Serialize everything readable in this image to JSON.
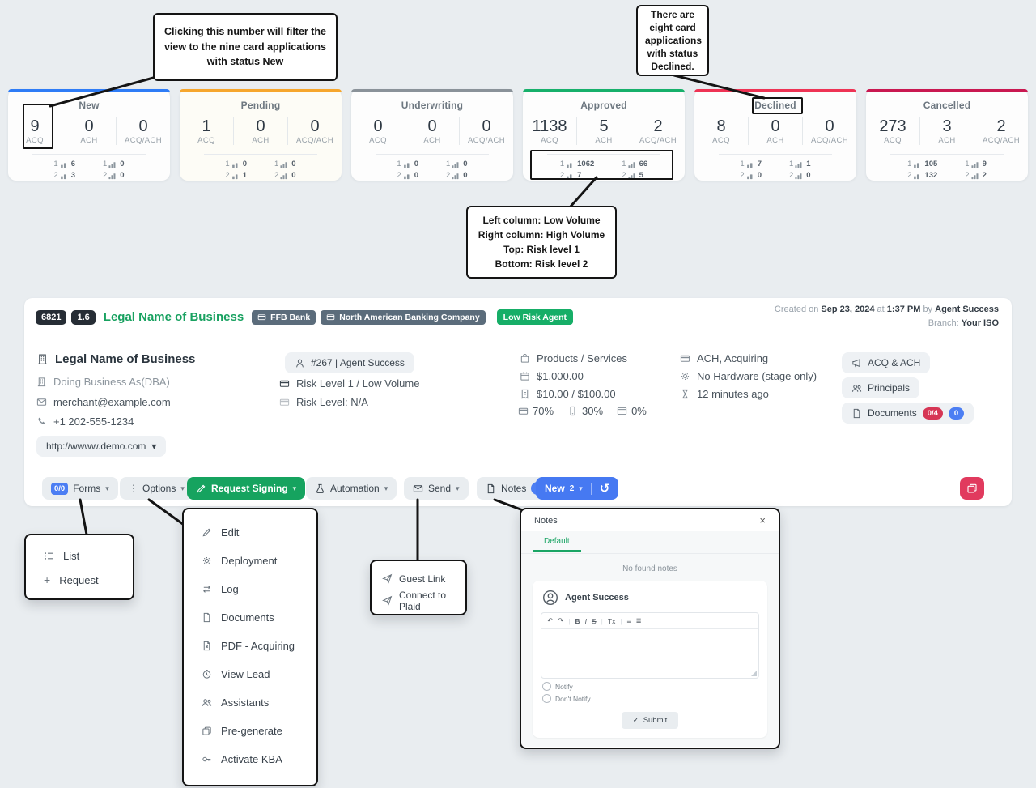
{
  "annotations": {
    "note_new": "Clicking this number will filter the view to the nine card applications with status New",
    "note_declined": "There are eight card applications with status Declined.",
    "vol1": "Left column: Low Volume",
    "vol2": "Right column: High Volume",
    "vol3": "Top: Risk level 1",
    "vol4": "Bottom: Risk level 2"
  },
  "labels": {
    "acq": "ACQ",
    "ach": "ACH",
    "acqach": "ACQ/ACH",
    "r1": "1",
    "r2": "2"
  },
  "status_cards": [
    {
      "title": "New",
      "accent": "#2e7cf6",
      "acq": "9",
      "ach": "0",
      "acqach": "0",
      "l1": "6",
      "l2": "3",
      "h1": "0",
      "h2": "0"
    },
    {
      "title": "Pending",
      "accent": "#f6a62d",
      "acq": "1",
      "ach": "0",
      "acqach": "0",
      "l1": "0",
      "l2": "1",
      "h1": "0",
      "h2": "0"
    },
    {
      "title": "Underwriting",
      "accent": "#8a9299",
      "acq": "0",
      "ach": "0",
      "acqach": "0",
      "l1": "0",
      "l2": "0",
      "h1": "0",
      "h2": "0"
    },
    {
      "title": "Approved",
      "accent": "#17b06b",
      "acq": "1138",
      "ach": "5",
      "acqach": "2",
      "l1": "1062",
      "l2": "7",
      "h1": "66",
      "h2": "5"
    },
    {
      "title": "Declined",
      "accent": "#ee3354",
      "acq": "8",
      "ach": "0",
      "acqach": "0",
      "l1": "7",
      "l2": "0",
      "h1": "1",
      "h2": "0"
    },
    {
      "title": "Cancelled",
      "accent": "#c91850",
      "acq": "273",
      "ach": "3",
      "acqach": "2",
      "l1": "105",
      "l2": "132",
      "h1": "9",
      "h2": "2"
    }
  ],
  "header": {
    "id_badge": "6821",
    "ver_badge": "1.6",
    "title": "Legal Name of Business",
    "bank1": "FFB Bank",
    "bank2": "North American Banking Company",
    "risk": "Low Risk Agent",
    "created_1": "Created on",
    "created_date": "Sep 23, 2024",
    "created_2": "at",
    "created_time": "1:37 PM",
    "created_3": "by",
    "created_agent": "Agent Success",
    "branch_label": "Branch:",
    "branch": "Your ISO"
  },
  "overview": {
    "legal_name": "Legal Name of Business",
    "dba": "Doing Business As(DBA)",
    "email": "merchant@example.com",
    "phone": "+1 202-555-1234",
    "website": "http://wwww.demo.com",
    "agent": "#267 | Agent Success",
    "risk1": "Risk Level 1 / Low Volume",
    "risk2": "Risk Level: N/A",
    "products": "Products / Services",
    "amount1": "$1,000.00",
    "amount2": "$10.00 / $100.00",
    "pct_card": "70%",
    "pct_mobile": "30%",
    "pct_web": "0%",
    "services": "ACH, Acquiring",
    "hardware": "No Hardware (stage only)",
    "updated": "12 minutes ago",
    "btn_acqach": "ACQ & ACH",
    "btn_principals": "Principals",
    "btn_documents": "Documents",
    "doc_red": "0/4",
    "doc_blue": "0"
  },
  "toolbar": {
    "forms_badge": "0/0",
    "forms": "Forms",
    "options": "Options",
    "request": "Request Signing",
    "automation": "Automation",
    "send": "Send",
    "notes": "Notes",
    "notes_badge": "2",
    "new": "New",
    "new_count": "2"
  },
  "menus": {
    "list": "List",
    "request": "Request",
    "opt1": "Edit",
    "opt2": "Deployment",
    "opt3": "Log",
    "opt4": "Documents",
    "opt5": "PDF - Acquiring",
    "opt6": "View Lead",
    "opt7": "Assistants",
    "opt8": "Pre-generate",
    "opt9": "Activate KBA",
    "guest": "Guest Link",
    "plaid": "Connect to Plaid"
  },
  "notes": {
    "title": "Notes",
    "tab": "Default",
    "empty": "No found notes",
    "author": "Agent Success",
    "notify": "Notify",
    "dont": "Don't Notify",
    "submit": "Submit"
  },
  "icons": {
    "caret": "▾",
    "dots": "⋮",
    "history": "↺",
    "check": "✓",
    "close": "×",
    "plus": "+",
    "undo": "↶",
    "redo": "↷",
    "bold": "B",
    "italic": "I",
    "strike": "S",
    "clear": "Tx",
    "ul": "≡",
    "ol": "≣"
  }
}
